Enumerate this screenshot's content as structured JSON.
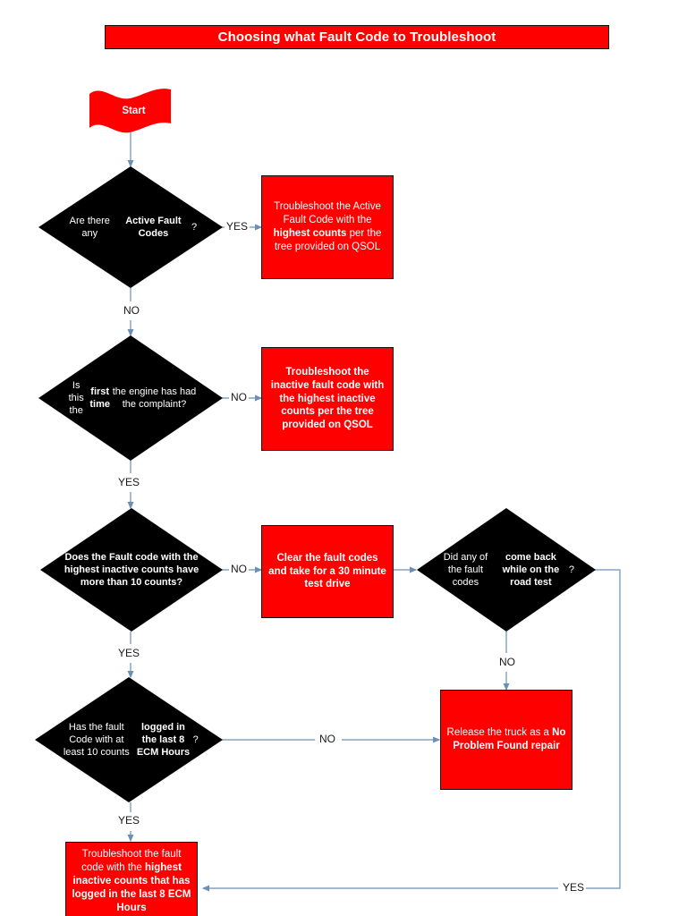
{
  "page": {
    "title": "Choosing what Fault Code to Troubleshoot",
    "accent_red": "#FF0000",
    "node_black": "#000000",
    "connector_blue": "#6B8FB5",
    "background": "#FFFFFF"
  },
  "nodes": {
    "start": {
      "label": "Start",
      "shape": "flag"
    },
    "d1": {
      "shape": "decision",
      "text_plain": "Are there any Active Fault Codes?",
      "text_html": "Are there any <b>Active Fault Codes</b>?"
    },
    "b1": {
      "shape": "process",
      "text_plain": "Troubleshoot the Active Fault Code with the highest counts per the tree provided on QSOL",
      "text_html": "Troubleshoot the Active Fault Code with the <b>highest counts</b> per the tree provided on QSOL"
    },
    "d2": {
      "shape": "decision",
      "text_plain": "Is this the first time the engine has had the complaint?",
      "text_html": "Is this the <b>first time</b> the engine has had the complaint?"
    },
    "b2": {
      "shape": "process",
      "text_plain": "Troubleshoot the inactive fault code with the highest inactive counts per the tree provided on QSOL",
      "text_html": "<b>Troubleshoot the inactive fault code with the highest inactive counts per the tree provided on QSOL</b>"
    },
    "d3": {
      "shape": "decision",
      "text_plain": "Does the Fault code with the highest inactive counts have more than 10 counts?",
      "text_html": "<b>Does the Fault code with the highest inactive counts have more than 10 counts?</b>"
    },
    "b3": {
      "shape": "process",
      "text_plain": "Clear the fault codes and take for a 30 minute test drive",
      "text_html": "<b>Clear the fault codes and take for a 30 minute test drive</b>"
    },
    "d4": {
      "shape": "decision",
      "text_plain": "Did any of the fault codes come back while on the road test?",
      "text_html": "Did any of the fault codes <b>come back while on the road test</b>?"
    },
    "d5": {
      "shape": "decision",
      "text_plain": "Has the fault Code with at least 10 counts logged in the last 8 ECM Hours?",
      "text_html": "Has the fault Code with at least 10 counts <b>logged in the last 8 ECM Hours</b>?"
    },
    "b4": {
      "shape": "process",
      "text_plain": "Release the truck as a No Problem Found repair",
      "text_html": "Release the truck as a <b>No Problem Found repair</b>"
    },
    "b5": {
      "shape": "process",
      "text_plain": "Troubleshoot the fault code with the highest inactive counts that has logged in the last 8 ECM Hours",
      "text_html": "Troubleshoot the fault code with the <b>highest inactive counts that has logged in the last 8 ECM Hours</b>"
    }
  },
  "edge_labels": {
    "d1_yes": "YES",
    "d1_no": "NO",
    "d2_no": "NO",
    "d2_yes": "YES",
    "d3_no": "NO",
    "d3_yes": "YES",
    "d4_no": "NO",
    "d4_yes": "YES",
    "d5_no": "NO",
    "d5_yes": "YES"
  },
  "flow": [
    {
      "from": "start",
      "to": "d1",
      "label": ""
    },
    {
      "from": "d1",
      "to": "b1",
      "label": "YES"
    },
    {
      "from": "d1",
      "to": "d2",
      "label": "NO"
    },
    {
      "from": "d2",
      "to": "b2",
      "label": "NO"
    },
    {
      "from": "d2",
      "to": "d3",
      "label": "YES"
    },
    {
      "from": "d3",
      "to": "b3",
      "label": "NO"
    },
    {
      "from": "d3",
      "to": "d5",
      "label": "YES"
    },
    {
      "from": "b3",
      "to": "d4",
      "label": ""
    },
    {
      "from": "d4",
      "to": "b4",
      "label": "NO"
    },
    {
      "from": "d4",
      "to": "b5",
      "label": "YES"
    },
    {
      "from": "d5",
      "to": "b4",
      "label": "NO"
    },
    {
      "from": "d5",
      "to": "b5",
      "label": "YES"
    }
  ]
}
